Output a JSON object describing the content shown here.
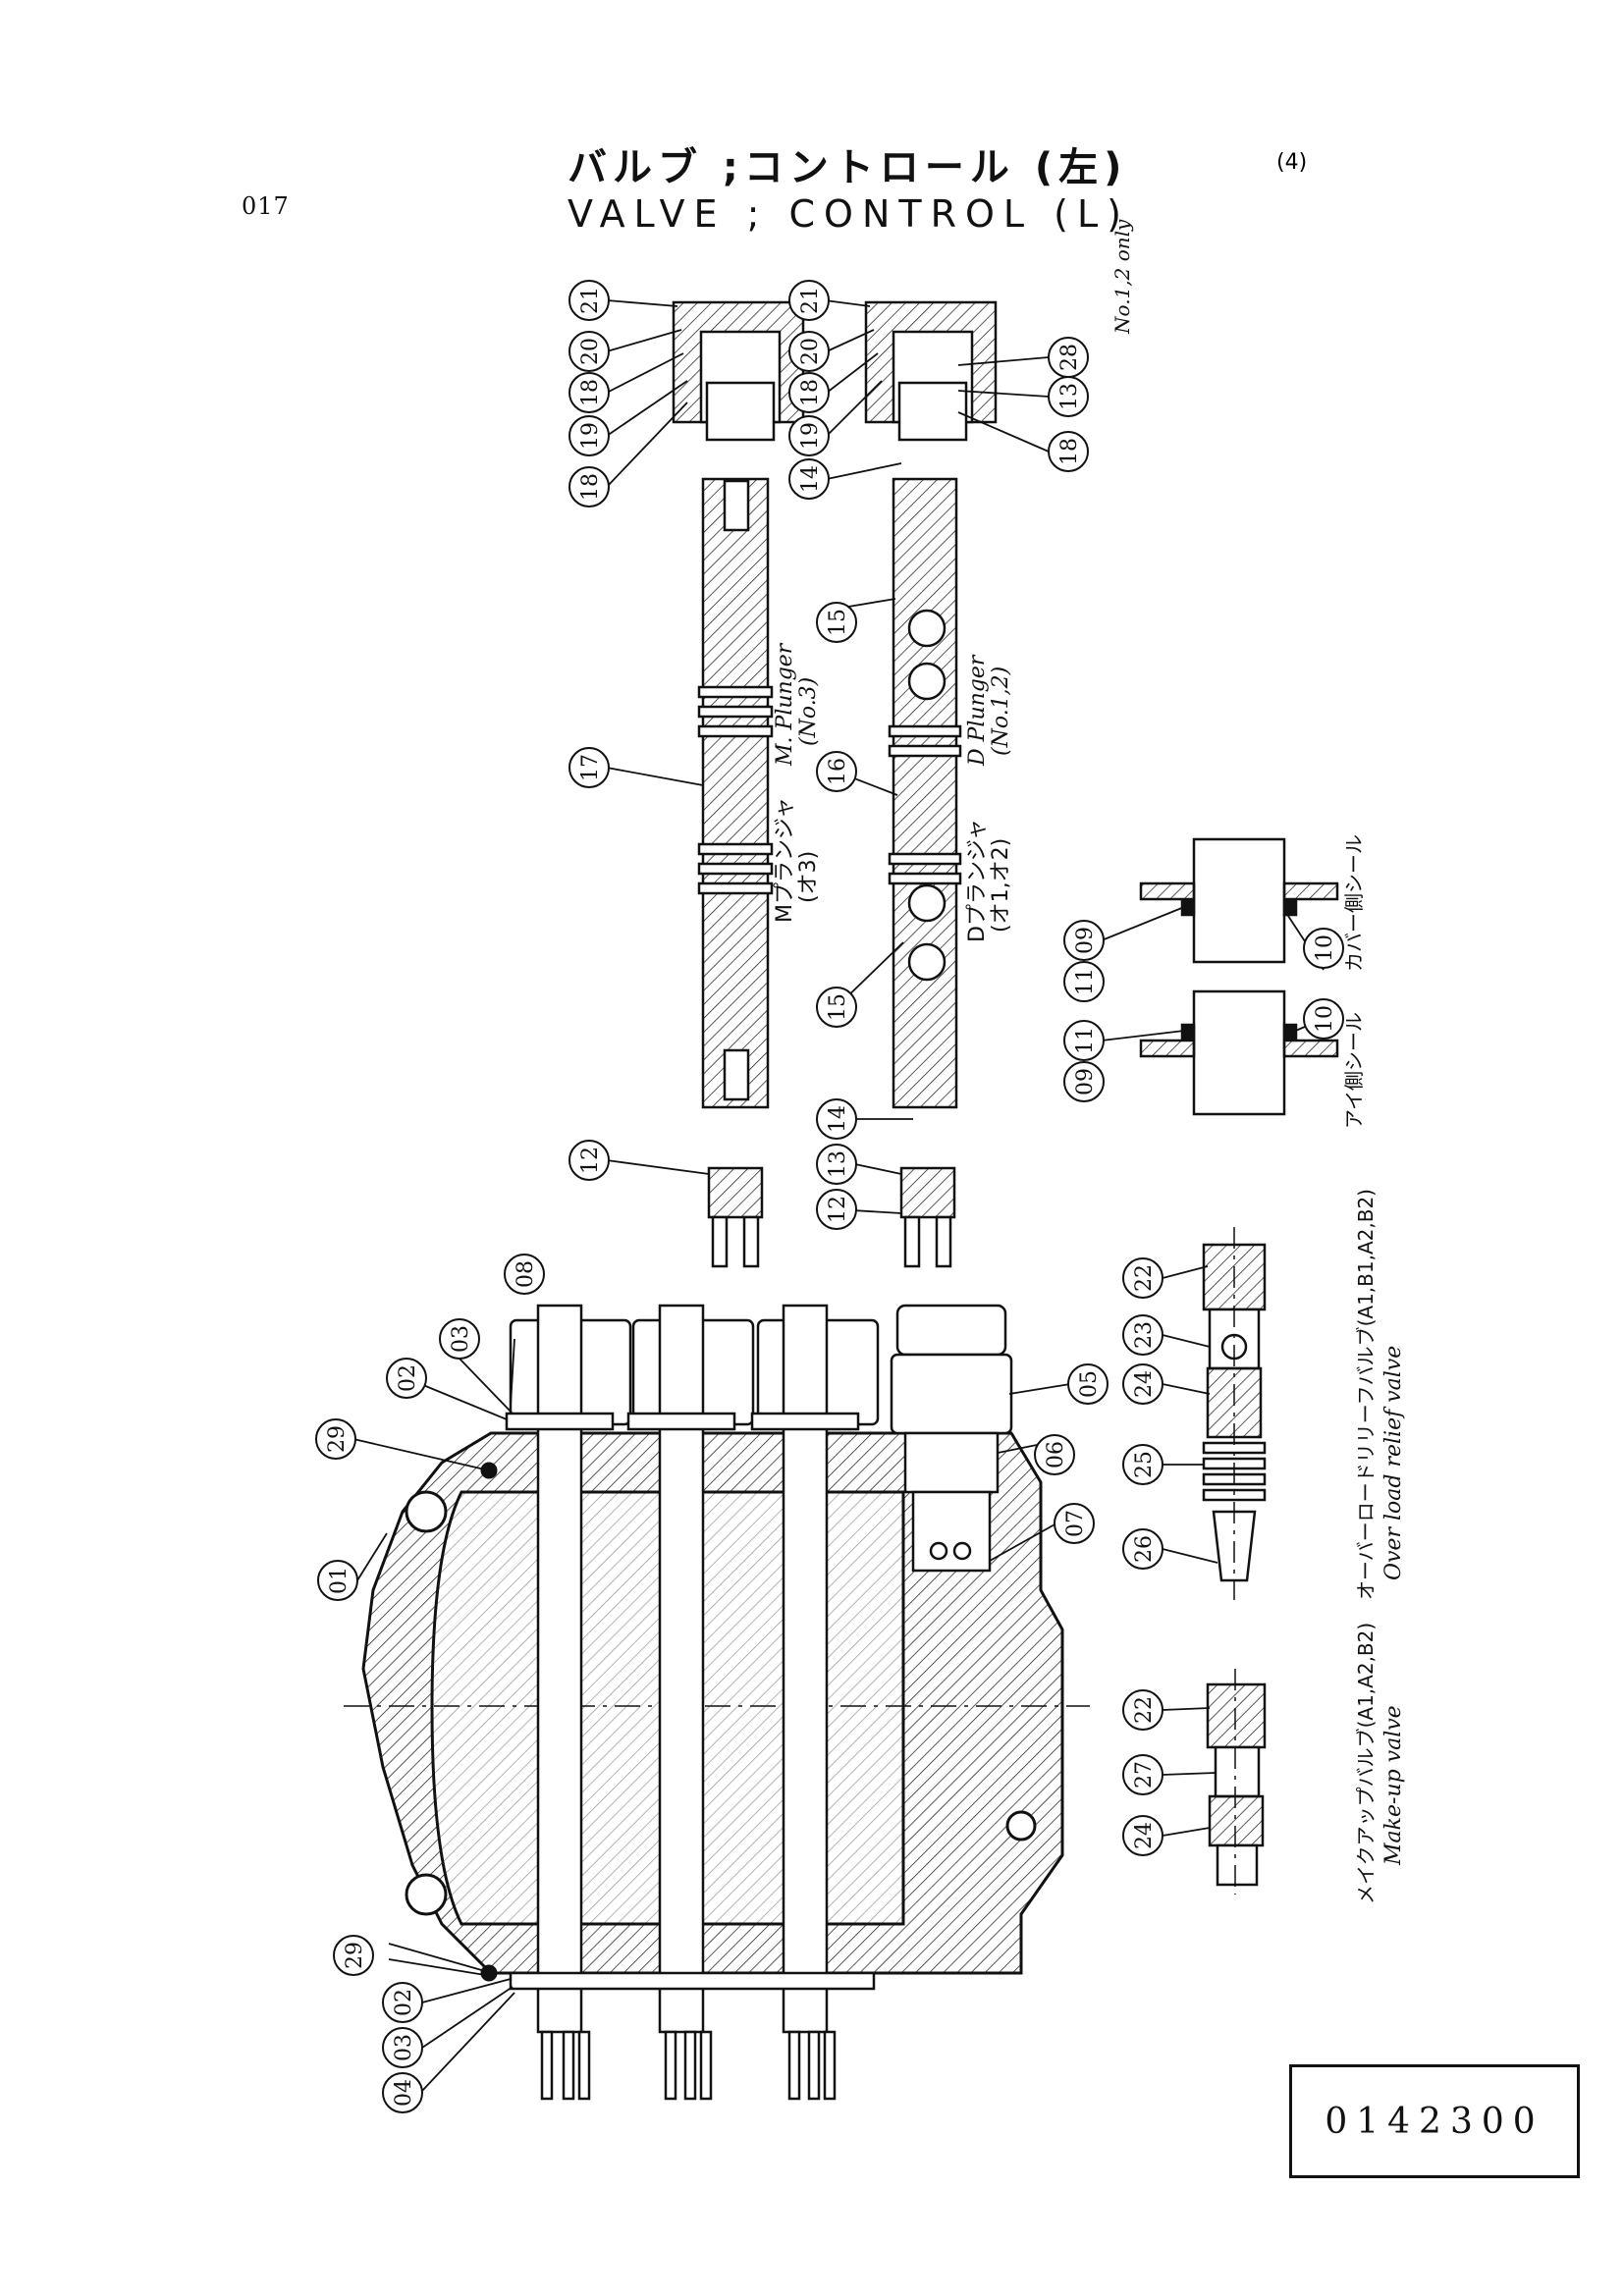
{
  "header": {
    "page_number": "017",
    "title_jp": "バルブ ;コントロール (左)",
    "title_en": "VALVE ; CONTROL (L)",
    "corner_mark": "(4)"
  },
  "callouts": {
    "p01": "01",
    "p02": "02",
    "p03": "03",
    "p04": "04",
    "p05": "05",
    "p06": "06",
    "p07": "07",
    "p08": "08",
    "p09": "09",
    "p10": "10",
    "p11": "11",
    "p12": "12",
    "p13": "13",
    "p14": "14",
    "p15": "15",
    "p16": "16",
    "p17": "17",
    "p18": "18",
    "p19": "19",
    "p20": "20",
    "p21": "21",
    "p22": "22",
    "p23": "23",
    "p24": "24",
    "p25": "25",
    "p26": "26",
    "p27": "27",
    "p28": "28",
    "p29": "29"
  },
  "labels": {
    "no1_2_only": "No.1,2 only",
    "m_plunger_en": "M. Plunger",
    "m_plunger_en_no": "(No.3)",
    "m_plunger_jp": "Mプランジャ",
    "m_plunger_jp_no": "(オ3)",
    "d_plunger_en": "D Plunger",
    "d_plunger_en_no": "(No.1,2)",
    "d_plunger_jp": "Dプランジャ",
    "d_plunger_jp_no": "(オ1,オ2)",
    "cover_side_seal": "カバー側シール",
    "eye_side_seal": "アイ側シール",
    "overload_relief_jp": "オーバーロードリリーフバルブ(A1,B1,A2,B2)",
    "overload_relief_en": "Over load relief valve",
    "makeup_jp": "メイクアップバルブ(A1,A2,B2)",
    "makeup_en": "Make-up valve"
  },
  "part_code": "0142300"
}
